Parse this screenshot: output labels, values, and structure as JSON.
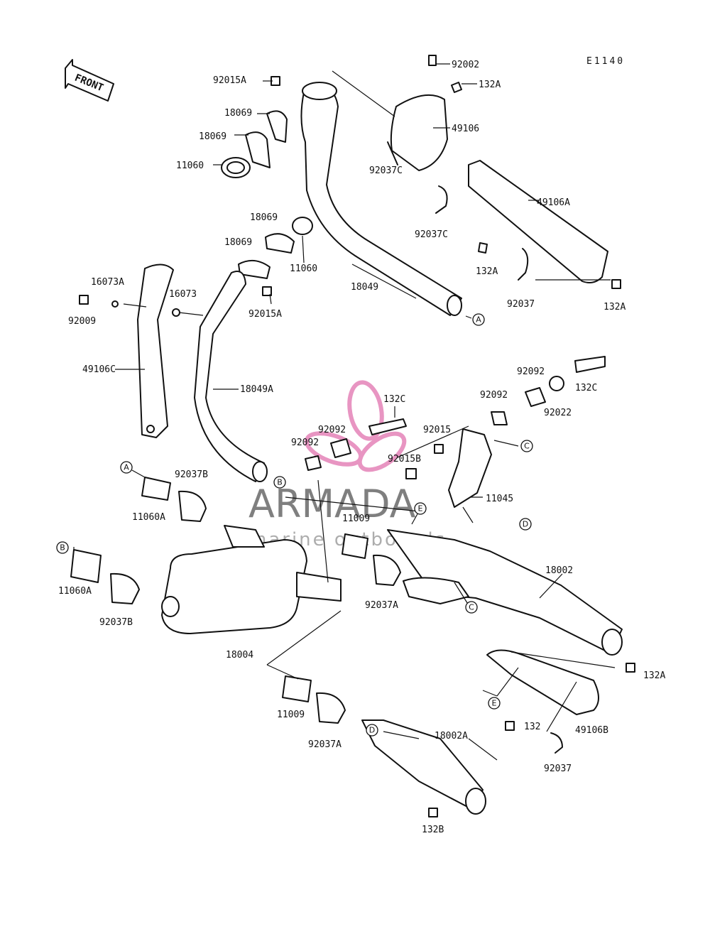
{
  "diagram_code": "E1140",
  "front_label": "FRONT",
  "watermark": {
    "brand": "ARMADA",
    "tagline": "marine outboards",
    "accent": "#e37bb4"
  },
  "refs": [
    "A",
    "B",
    "C",
    "D",
    "E"
  ],
  "labels": [
    {
      "id": "l1",
      "text": "92002"
    },
    {
      "id": "l2",
      "text": "132A"
    },
    {
      "id": "l3",
      "text": "49106"
    },
    {
      "id": "l4",
      "text": "92037C"
    },
    {
      "id": "l5",
      "text": "92015A"
    },
    {
      "id": "l6",
      "text": "18069"
    },
    {
      "id": "l7",
      "text": "18069"
    },
    {
      "id": "l8",
      "text": "11060"
    },
    {
      "id": "l9",
      "text": "49106A"
    },
    {
      "id": "l10",
      "text": "92037C"
    },
    {
      "id": "l11",
      "text": "132A"
    },
    {
      "id": "l12",
      "text": "92037"
    },
    {
      "id": "l13",
      "text": "132A"
    },
    {
      "id": "l14",
      "text": "18069"
    },
    {
      "id": "l15",
      "text": "18069"
    },
    {
      "id": "l16",
      "text": "11060"
    },
    {
      "id": "l17",
      "text": "92015A"
    },
    {
      "id": "l18",
      "text": "18049"
    },
    {
      "id": "l19",
      "text": "16073A"
    },
    {
      "id": "l20",
      "text": "16073"
    },
    {
      "id": "l21",
      "text": "92009"
    },
    {
      "id": "l22",
      "text": "49106C"
    },
    {
      "id": "l23",
      "text": "18049A"
    },
    {
      "id": "l24",
      "text": "92092"
    },
    {
      "id": "l25",
      "text": "132C"
    },
    {
      "id": "l26",
      "text": "92022"
    },
    {
      "id": "l27",
      "text": "92092"
    },
    {
      "id": "l28",
      "text": "132C"
    },
    {
      "id": "l29",
      "text": "92092"
    },
    {
      "id": "l30",
      "text": "92092"
    },
    {
      "id": "l31",
      "text": "92015"
    },
    {
      "id": "l32",
      "text": "92015B"
    },
    {
      "id": "l33",
      "text": "11045"
    },
    {
      "id": "l34",
      "text": "92037B"
    },
    {
      "id": "l35",
      "text": "11060A"
    },
    {
      "id": "l36",
      "text": "11009"
    },
    {
      "id": "l37",
      "text": "18002"
    },
    {
      "id": "l38",
      "text": "92037A"
    },
    {
      "id": "l39",
      "text": "11060A"
    },
    {
      "id": "l40",
      "text": "92037B"
    },
    {
      "id": "l41",
      "text": "18004"
    },
    {
      "id": "l42",
      "text": "132A"
    },
    {
      "id": "l43",
      "text": "11009"
    },
    {
      "id": "l44",
      "text": "92037A"
    },
    {
      "id": "l45",
      "text": "18002A"
    },
    {
      "id": "l46",
      "text": "132"
    },
    {
      "id": "l47",
      "text": "49106B"
    },
    {
      "id": "l48",
      "text": "92037"
    },
    {
      "id": "l49",
      "text": "132B"
    }
  ]
}
